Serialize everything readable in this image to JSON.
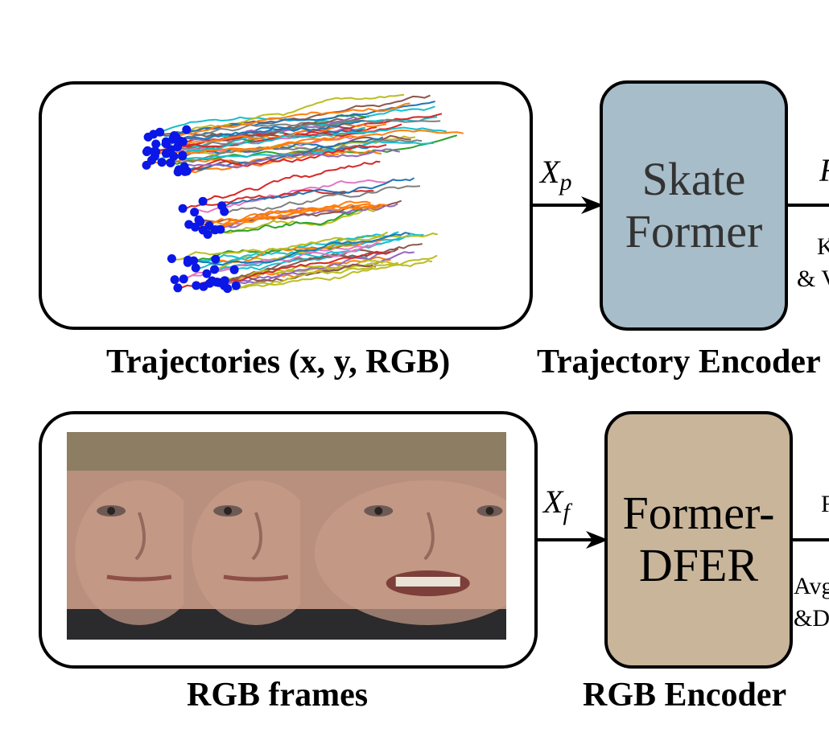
{
  "top": {
    "input_caption": "Trajectories (x, y, RGB)",
    "input_var": "X",
    "input_var_sub": "p",
    "encoder_block": {
      "line1": "Skate",
      "line2": "Former",
      "color": "#a7bdc9"
    },
    "encoder_caption": "Trajectory Encoder",
    "right_clip_var": "F",
    "right_clip_line1": "K",
    "right_clip_line2": "& V"
  },
  "bottom": {
    "input_caption": "RGB frames",
    "input_var": "X",
    "input_var_sub": "f",
    "encoder_block": {
      "line1": "Former-",
      "line2": "DFER",
      "color": "#c9b59a"
    },
    "encoder_caption": "RGB Encoder",
    "right_clip_var": "F",
    "right_clip_line1": "Avg",
    "right_clip_line2": "&D"
  },
  "trajectory_icon": "trajectory-plot",
  "face_icon": "face-frames",
  "colors": {
    "point": "#0a17e6",
    "line": "#000000"
  }
}
